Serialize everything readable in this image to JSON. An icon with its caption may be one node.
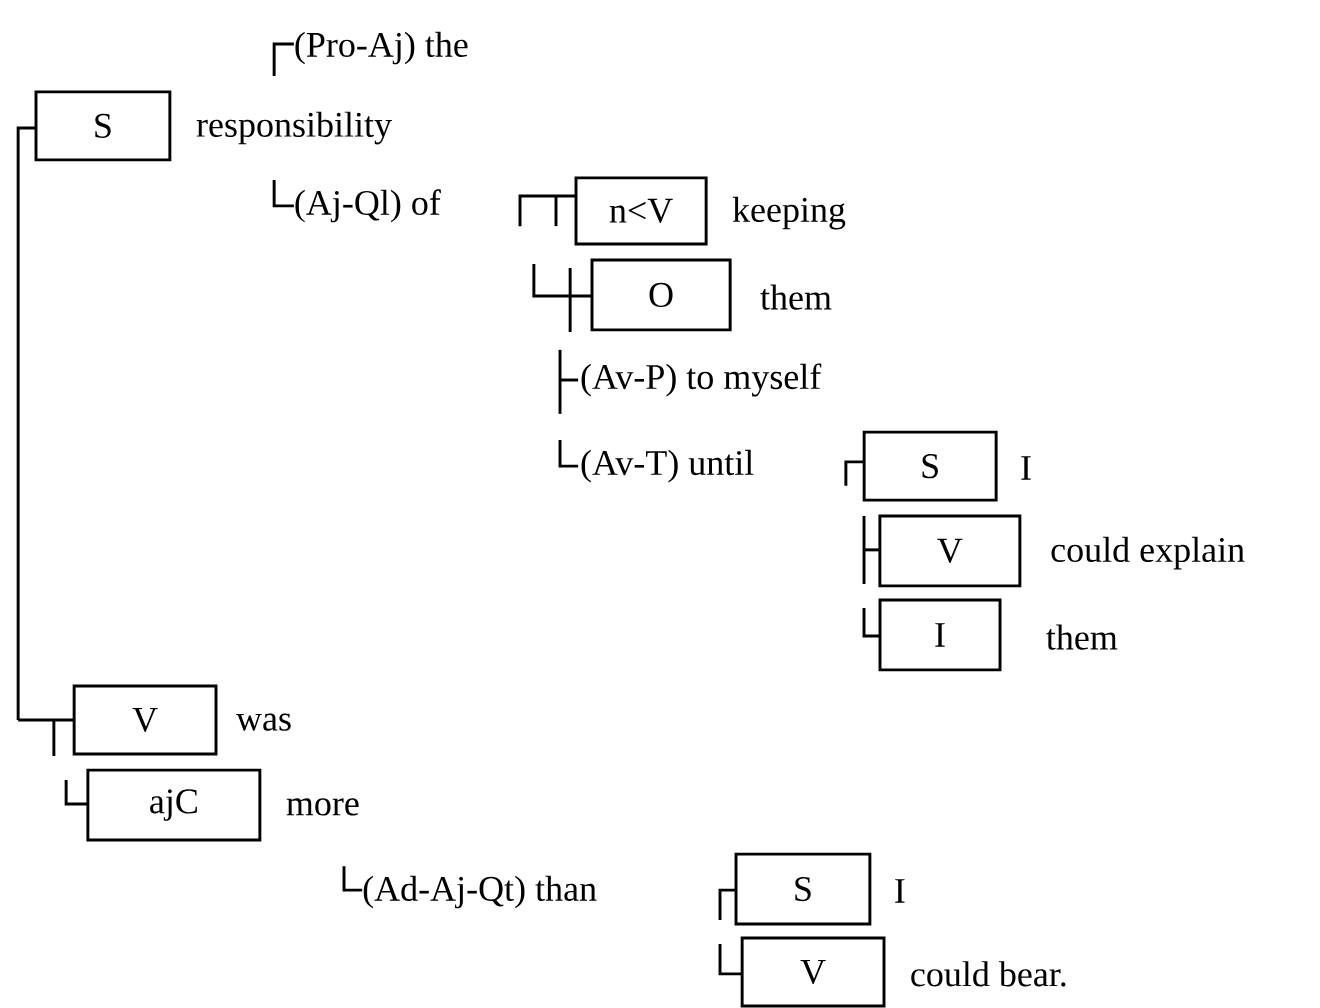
{
  "diagram": {
    "nodes": [
      {
        "text": [
          "S"
        ],
        "beside": [
          "responsibility"
        ]
      },
      {
        "text": [
          "n<V"
        ],
        "beside": [
          "keeping"
        ]
      },
      {
        "text": [
          "O"
        ],
        "beside": [
          "them"
        ]
      },
      {
        "text": [
          "S"
        ],
        "beside": [
          "I"
        ]
      },
      {
        "text": [
          "V"
        ],
        "beside": [
          "could explain"
        ]
      },
      {
        "text": [
          "I"
        ],
        "beside": [
          "them"
        ]
      },
      {
        "text": [
          "V"
        ],
        "beside": [
          "was"
        ]
      },
      {
        "text": [
          "ajC"
        ],
        "beside": [
          "more"
        ]
      },
      {
        "text": [
          "S"
        ],
        "beside": [
          "I"
        ]
      },
      {
        "text": [
          "V"
        ],
        "beside": [
          "could bear."
        ]
      }
    ],
    "labels": [
      "(Pro-Aj) the",
      "(Aj-Ql) of",
      "(Av-P) to myself",
      "(Av-T) until",
      "(Ad-Aj-Qt) than"
    ]
  }
}
